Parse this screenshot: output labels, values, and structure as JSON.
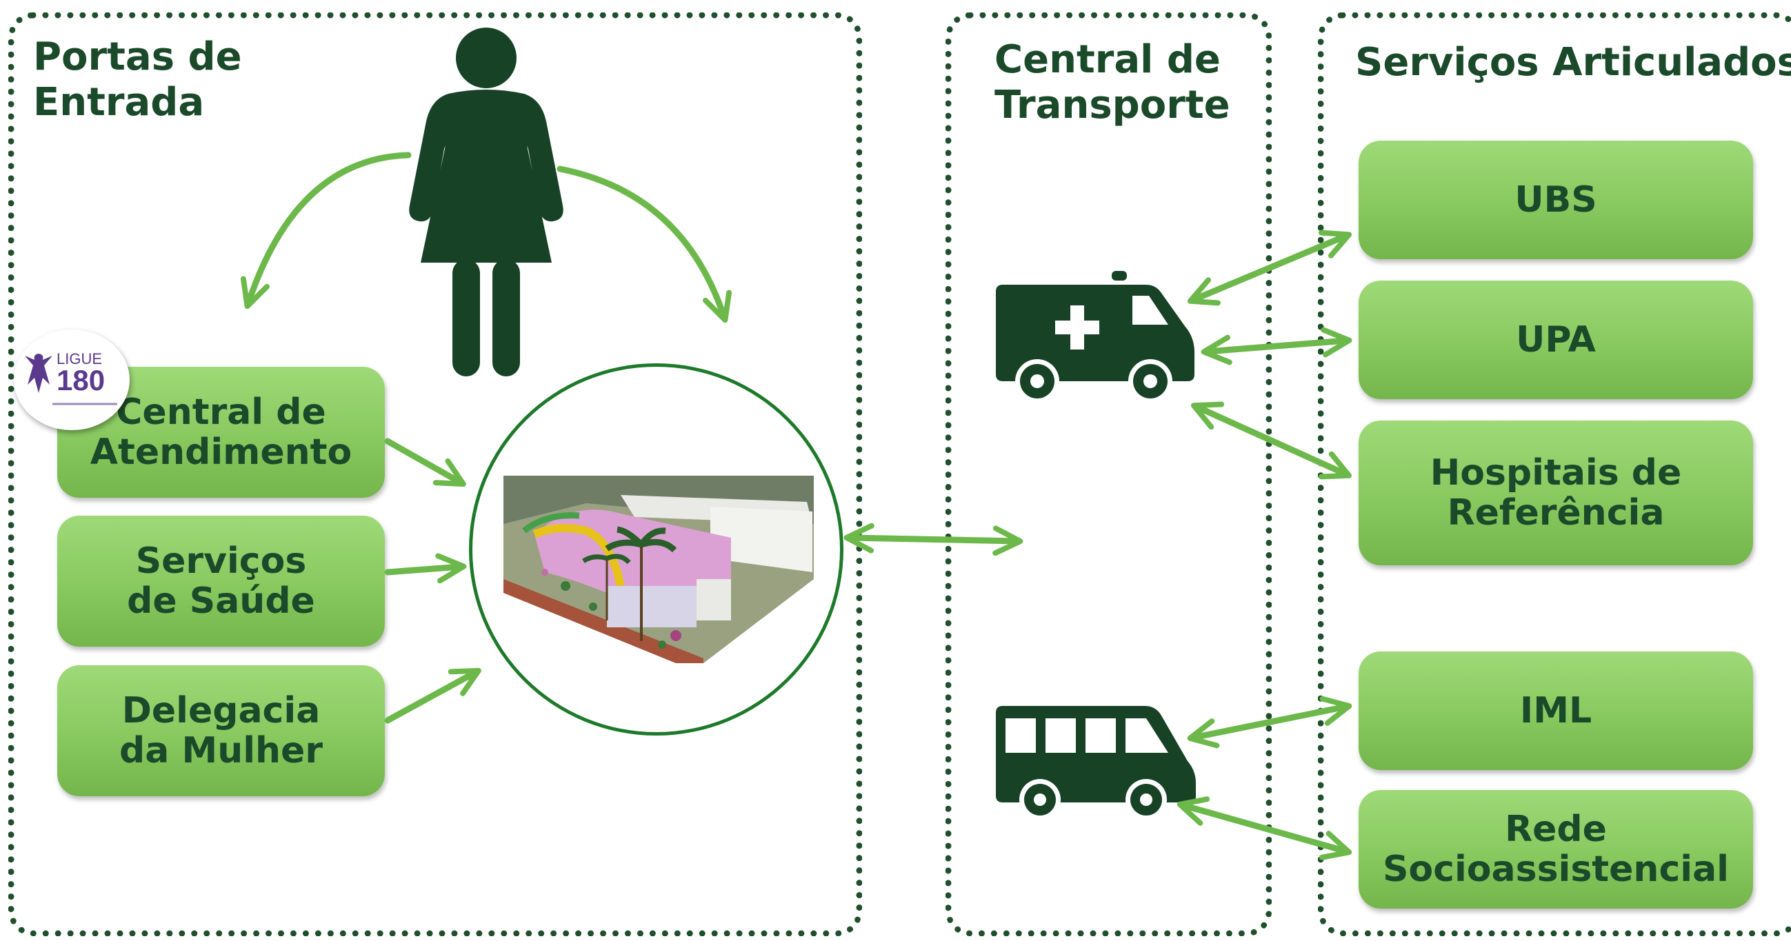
{
  "entrada": {
    "title": "Portas de\nEntrada",
    "boxes": [
      {
        "label": "Central de\nAtendimento"
      },
      {
        "label": "Serviços\nde Saúde"
      },
      {
        "label": "Delegacia\nda Mulher"
      }
    ],
    "logo_text": "LIGUE",
    "logo_number": "180",
    "center_illustration": "building-rendering"
  },
  "transporte": {
    "title": "Central de\nTransporte",
    "vehicles": [
      "ambulance-icon",
      "van-icon"
    ]
  },
  "servicos": {
    "title": "Serviços Articulados",
    "boxes": [
      {
        "label": "UBS"
      },
      {
        "label": "UPA"
      },
      {
        "label": "Hospitais de\nReferência"
      },
      {
        "label": "IML"
      },
      {
        "label": "Rede\nSocioassistencial"
      }
    ]
  },
  "colors": {
    "dark_green": "#1b4a2a",
    "box_green": "#88c95f",
    "arrow_green": "#6cb84a",
    "circle_green": "#1e7a2a",
    "logo_purple": "#5b3a8e"
  }
}
